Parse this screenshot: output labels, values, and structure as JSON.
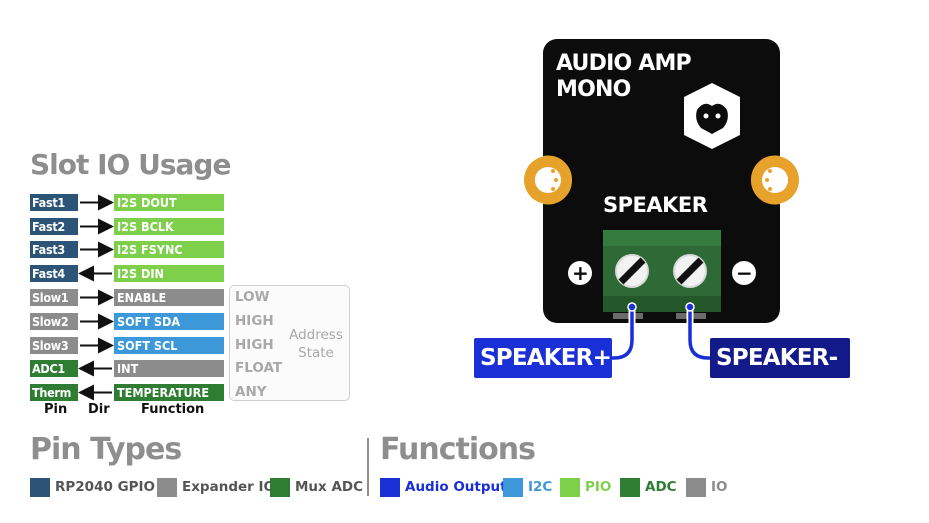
{
  "slot_io": {
    "title": "Slot IO Usage",
    "rows": [
      {
        "pin": "Fast1",
        "function": "I2S DOUT",
        "dir": "out"
      },
      {
        "pin": "Fast2",
        "function": "I2S BCLK",
        "dir": "out"
      },
      {
        "pin": "Fast3",
        "function": "I2S FSYNC",
        "dir": "out"
      },
      {
        "pin": "Fast4",
        "function": "I2S DIN",
        "dir": "in"
      },
      {
        "pin": "Slow1",
        "function": "ENABLE",
        "dir": "out"
      },
      {
        "pin": "Slow2",
        "function": "SOFT SDA",
        "dir": "out"
      },
      {
        "pin": "Slow3",
        "function": "SOFT SCL",
        "dir": "out"
      },
      {
        "pin": "ADC1",
        "function": "INT",
        "dir": "in"
      },
      {
        "pin": "Therm",
        "function": "TEMPERATURE",
        "dir": "in"
      }
    ],
    "col_pin": "Pin",
    "col_dir": "Dir",
    "col_function": "Function",
    "address_state": {
      "label_line1": "Address",
      "label_line2": "State",
      "values": [
        "LOW",
        "HIGH",
        "HIGH",
        "FLOAT",
        "ANY"
      ]
    }
  },
  "pin_types": {
    "title": "Pin Types",
    "items": [
      {
        "label": "RP2040 GPIO",
        "color": "#2b5477"
      },
      {
        "label": "Expander IO",
        "color": "#8c8c8c"
      },
      {
        "label": "Mux ADC",
        "color": "#2e7d32"
      }
    ]
  },
  "functions": {
    "title": "Functions",
    "items": [
      {
        "label": "Audio Output",
        "color": "#1a2fd6"
      },
      {
        "label": "I2C",
        "color": "#3c98d8"
      },
      {
        "label": "PIO",
        "color": "#7ed04a"
      },
      {
        "label": "ADC",
        "color": "#2e7d32"
      },
      {
        "label": "IO",
        "color": "#8c8c8c"
      }
    ]
  },
  "board": {
    "title_line1": "AUDIO AMP",
    "title_line2": "MONO",
    "speaker_label": "SPEAKER",
    "plus": "+",
    "minus": "−",
    "logo_icon": "bear-hexagon-logo"
  },
  "callouts": {
    "speaker_plus": "SPEAKER+",
    "speaker_minus": "SPEAKER-"
  },
  "colors": {
    "fast_pin": "#2b5477",
    "slow_pin": "#8c8c8c",
    "adc_pin": "#2e7d32",
    "pio_fn": "#7ed04a",
    "i2c_fn": "#3c98d8",
    "io_fn": "#8c8c8c",
    "adc_fn": "#2e7d32",
    "audio_out": "#1a2fd6",
    "callout_dark": "#131a8a",
    "board": "#0c0c0c",
    "mount_hole": "#e6a22a",
    "terminal": "#2d6a35"
  }
}
